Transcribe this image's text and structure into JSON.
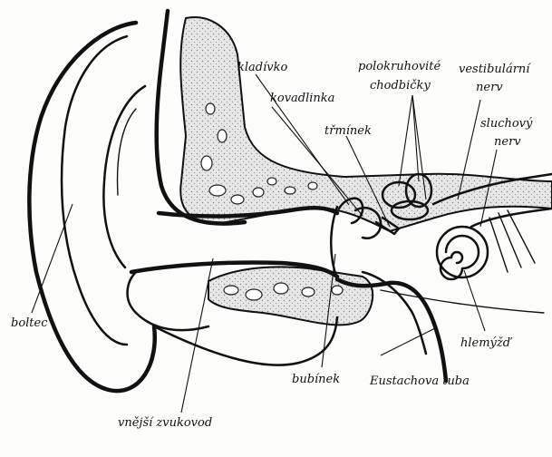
{
  "labels": {
    "kladivko": "kladívko",
    "kovadlinka": "kovadlinka",
    "trminek": "třmínek",
    "polokruhove_1": "polokruhovité",
    "polokruhove_2": "chodbičky",
    "vestibularni_1": "vestibulární",
    "vestibularni_2": "nerv",
    "sluchovy_1": "sluchový",
    "sluchovy_2": "nerv",
    "boltec": "boltec",
    "hlemyzd": "hlemýžď",
    "eustachova": "Eustachova tuba",
    "bubinek": "bubínek",
    "zvukovod": "vnější zvukovod"
  },
  "colors": {
    "ink": "#111111",
    "bone_fill": "#d9d9d9",
    "paper": "#fdfdfb"
  }
}
